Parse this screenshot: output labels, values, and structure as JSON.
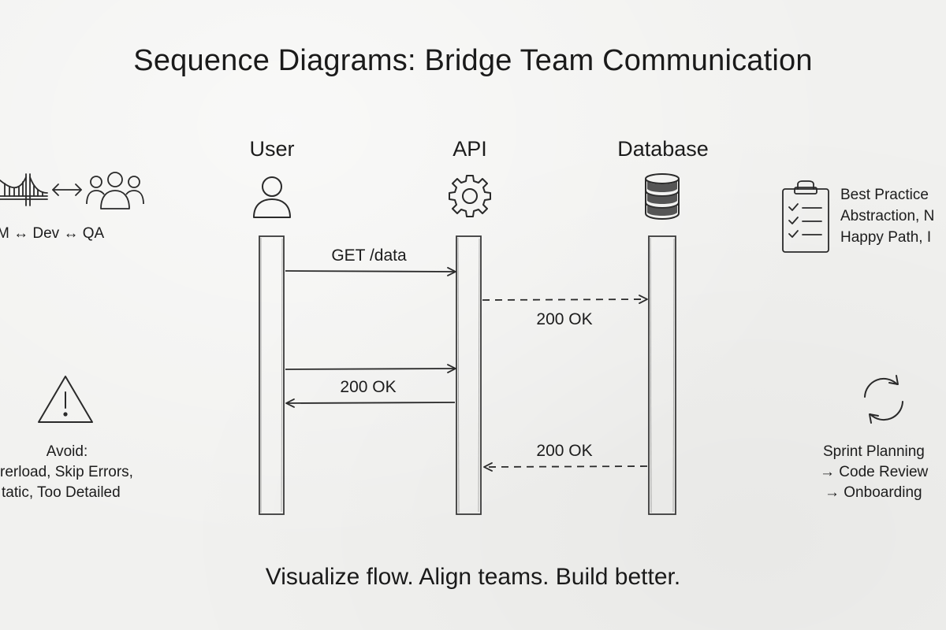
{
  "title": "Sequence Diagrams: Bridge Team Communication",
  "participants": {
    "user": "User",
    "api": "API",
    "database": "Database"
  },
  "messages": [
    {
      "from": "User",
      "to": "API",
      "label": "GET /data",
      "style": "solid"
    },
    {
      "from": "API",
      "to": "Database",
      "label": "200 OK",
      "style": "dashed"
    },
    {
      "from": "User",
      "to": "API",
      "label": "",
      "style": "solid"
    },
    {
      "from": "API",
      "to": "User",
      "label": "200 OK",
      "style": "solid"
    },
    {
      "from": "Database",
      "to": "API",
      "label": "200 OK",
      "style": "dashed"
    }
  ],
  "left_panel": {
    "roles": "M ↔ Dev ↔ QA",
    "avoid": {
      "heading": "Avoid:",
      "line1": "rerload, Skip Errors,",
      "line2": "tatic, Too Detailed"
    }
  },
  "right_panel": {
    "best_practices": {
      "line1": "Best Practice",
      "line2": "Abstraction, N",
      "line3": "Happy Path, I"
    },
    "usage": {
      "line1": "Sprint Planning",
      "line2": "→ Code Review",
      "line3": "→ Onboarding"
    }
  },
  "tagline": "Visualize flow. Align teams. Build better.",
  "icons": {
    "user": "person-icon",
    "api": "gear-icon",
    "database": "database-icon",
    "bridge": "bridge-icon",
    "team": "team-icon",
    "warning": "warning-icon",
    "checklist": "clipboard-checklist-icon",
    "cycle": "refresh-cycle-icon"
  },
  "colors": {
    "ink": "#1d1d1d",
    "paper": "#f1f1ef"
  }
}
